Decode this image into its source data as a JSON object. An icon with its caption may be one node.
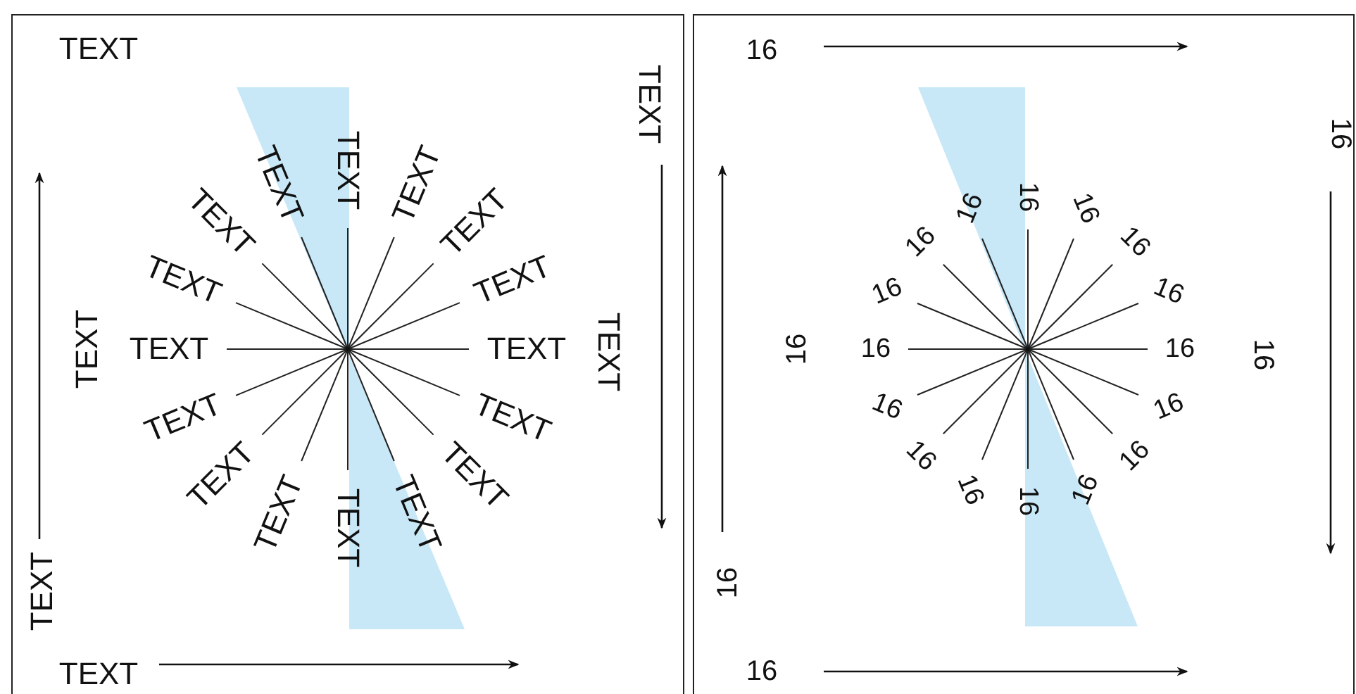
{
  "diagram": {
    "labels": [
      "TEXT",
      "TEXT",
      "TEXT",
      "TEXT",
      "TEXT",
      "TEXT",
      "TEXT",
      "TEXT",
      "TEXT",
      "TEXT",
      "TEXT",
      "TEXT",
      "TEXT",
      "TEXT",
      "TEXT",
      "TEXT",
      "TEXT",
      "TEXT",
      "TEXT",
      "TEXT",
      "TEXT",
      "TEXT",
      "16",
      "16",
      "16",
      "16",
      "16",
      "16",
      "16",
      "16",
      "16",
      "16",
      "16",
      "16",
      "16",
      "16",
      "16",
      "16",
      "16",
      "16",
      "16",
      "16",
      "16",
      "16"
    ]
  }
}
